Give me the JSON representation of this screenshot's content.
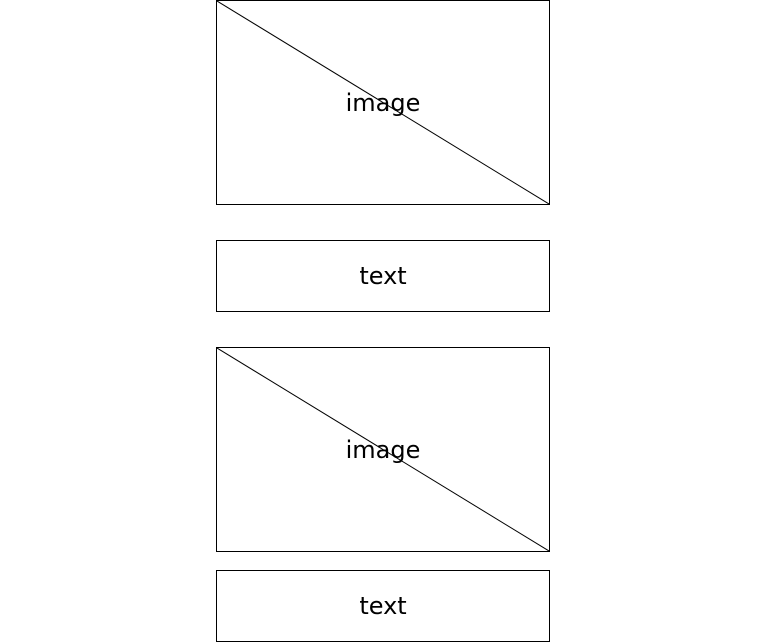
{
  "wireframe": {
    "blocks": [
      {
        "kind": "image",
        "label": "image"
      },
      {
        "kind": "text",
        "label": "text"
      },
      {
        "kind": "image",
        "label": "image"
      },
      {
        "kind": "text",
        "label": "text"
      }
    ]
  },
  "colors": {
    "stroke": "#000000",
    "background": "#ffffff"
  }
}
